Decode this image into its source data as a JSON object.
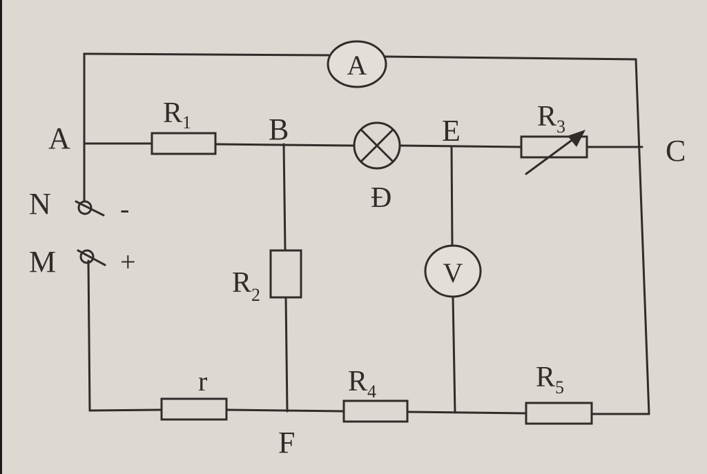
{
  "nodes": {
    "A": "A",
    "B": "B",
    "C": "C",
    "E": "E",
    "F": "F",
    "N": "N",
    "M": "M"
  },
  "polarity": {
    "negative": "-",
    "positive": "+"
  },
  "components": {
    "R1": {
      "letter": "R",
      "sub": "1"
    },
    "R2": {
      "letter": "R",
      "sub": "2"
    },
    "R3": {
      "letter": "R",
      "sub": "3"
    },
    "R4": {
      "letter": "R",
      "sub": "4"
    },
    "R5": {
      "letter": "R",
      "sub": "5"
    },
    "r": {
      "letter": "r"
    },
    "lamp": {
      "letter": "Đ"
    },
    "ammeter": {
      "letter": "A"
    },
    "voltmeter": {
      "letter": "V"
    }
  },
  "colors": {
    "paper": "#ddd8d1",
    "ink": "#2f2c2a"
  }
}
